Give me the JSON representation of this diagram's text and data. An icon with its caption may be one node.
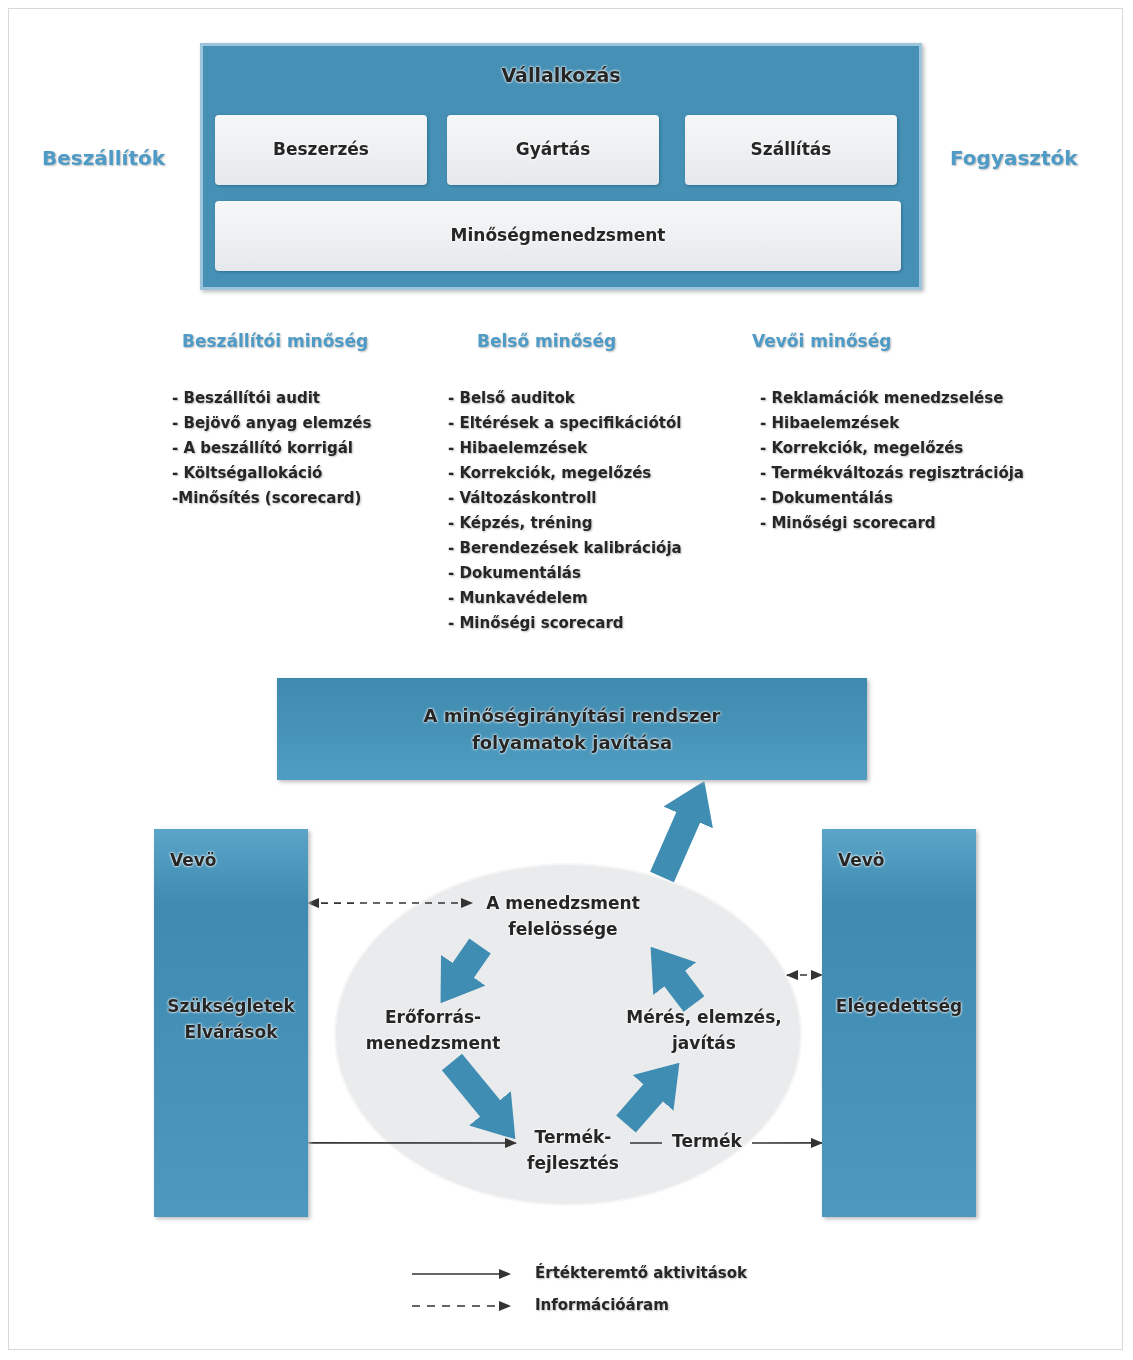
{
  "diagram": {
    "nodes": [
      {
        "text": [
          "Vállalkozás"
        ]
      },
      {
        "text": [
          "Beszerzés"
        ],
        "in": 0
      },
      {
        "text": [
          "Gyártás"
        ],
        "in": 0
      },
      {
        "text": [
          "Szállítás"
        ],
        "in": 0
      },
      {
        "text": [
          "Minőségmenedzsment"
        ],
        "in": 0
      },
      {
        "text": [
          "A minőségirányítási rendszer folyamatok javítása"
        ]
      },
      {
        "text": [
          "Vevö",
          "Szükségletek Elvárások"
        ]
      },
      {
        "text": [],
        "shape": "ellipse"
      },
      {
        "text": [
          "A menedzsment felelössége"
        ],
        "in": 7
      },
      {
        "text": [
          "Erőforrás- menedzsment"
        ],
        "in": 7
      },
      {
        "text": [
          "Mérés, elemzés, javítás"
        ],
        "in": 7
      },
      {
        "text": [
          "Termék- fejlesztés"
        ],
        "in": 7
      },
      {
        "text": [
          "Termék"
        ],
        "in": 7
      },
      {
        "text": [
          "Vevö",
          "Elégedettség"
        ]
      }
    ],
    "edges": [
      {
        "from": 8,
        "to": 9,
        "arrow": "to",
        "style": "thick"
      },
      {
        "from": 9,
        "to": 11,
        "arrow": "to",
        "style": "thick"
      },
      {
        "from": 11,
        "to": 10,
        "arrow": "to",
        "style": "thick"
      },
      {
        "from": 10,
        "to": 8,
        "arrow": "to",
        "style": "thick"
      },
      {
        "from": 7,
        "to": 5,
        "arrow": "to",
        "style": "thick"
      },
      {
        "from": 6,
        "to": 11,
        "arrow": "to",
        "color": "#333333"
      },
      {
        "from": 11,
        "to": 12,
        "arrow": "none",
        "color": "#333333"
      },
      {
        "from": 12,
        "to": 13,
        "arrow": "to",
        "color": "#333333"
      },
      {
        "from": 6,
        "to": 8,
        "arrow": "both",
        "style": "dashed",
        "color": "#333333"
      },
      {
        "from": 7,
        "to": 13,
        "arrow": "both",
        "style": "dashed",
        "color": "#333333"
      }
    ],
    "labels": [
      "Beszállítók",
      "Fogyasztók",
      "Beszállítói minőség",
      "Belső minőség",
      "Vevői minőség",
      "- Beszállítói audit",
      "- Bejövő anyag elemzés",
      "- A beszállító korrigál",
      "- Költségallokáció",
      "-Minősítés (scorecard)",
      "- Belső auditok",
      "- Eltérések a specifikációtól",
      "- Hibaelemzések",
      "- Korrekciók, megelőzés",
      "- Változáskontroll",
      "- Képzés, tréning",
      "- Berendezések kalibrációja",
      "- Dokumentálás",
      "- Munkavédelem",
      "- Minőségi scorecard",
      "- Reklamációk menedzselése",
      "- Hibaelemzések",
      "- Korrekciók, megelőzés",
      "- Termékváltozás regisztrációja",
      "- Dokumentálás",
      "- Minőségi scorecard"
    ],
    "legend": [
      {
        "text": "Értékteremtő aktivitások"
      },
      {
        "text": "Információáram"
      }
    ]
  }
}
